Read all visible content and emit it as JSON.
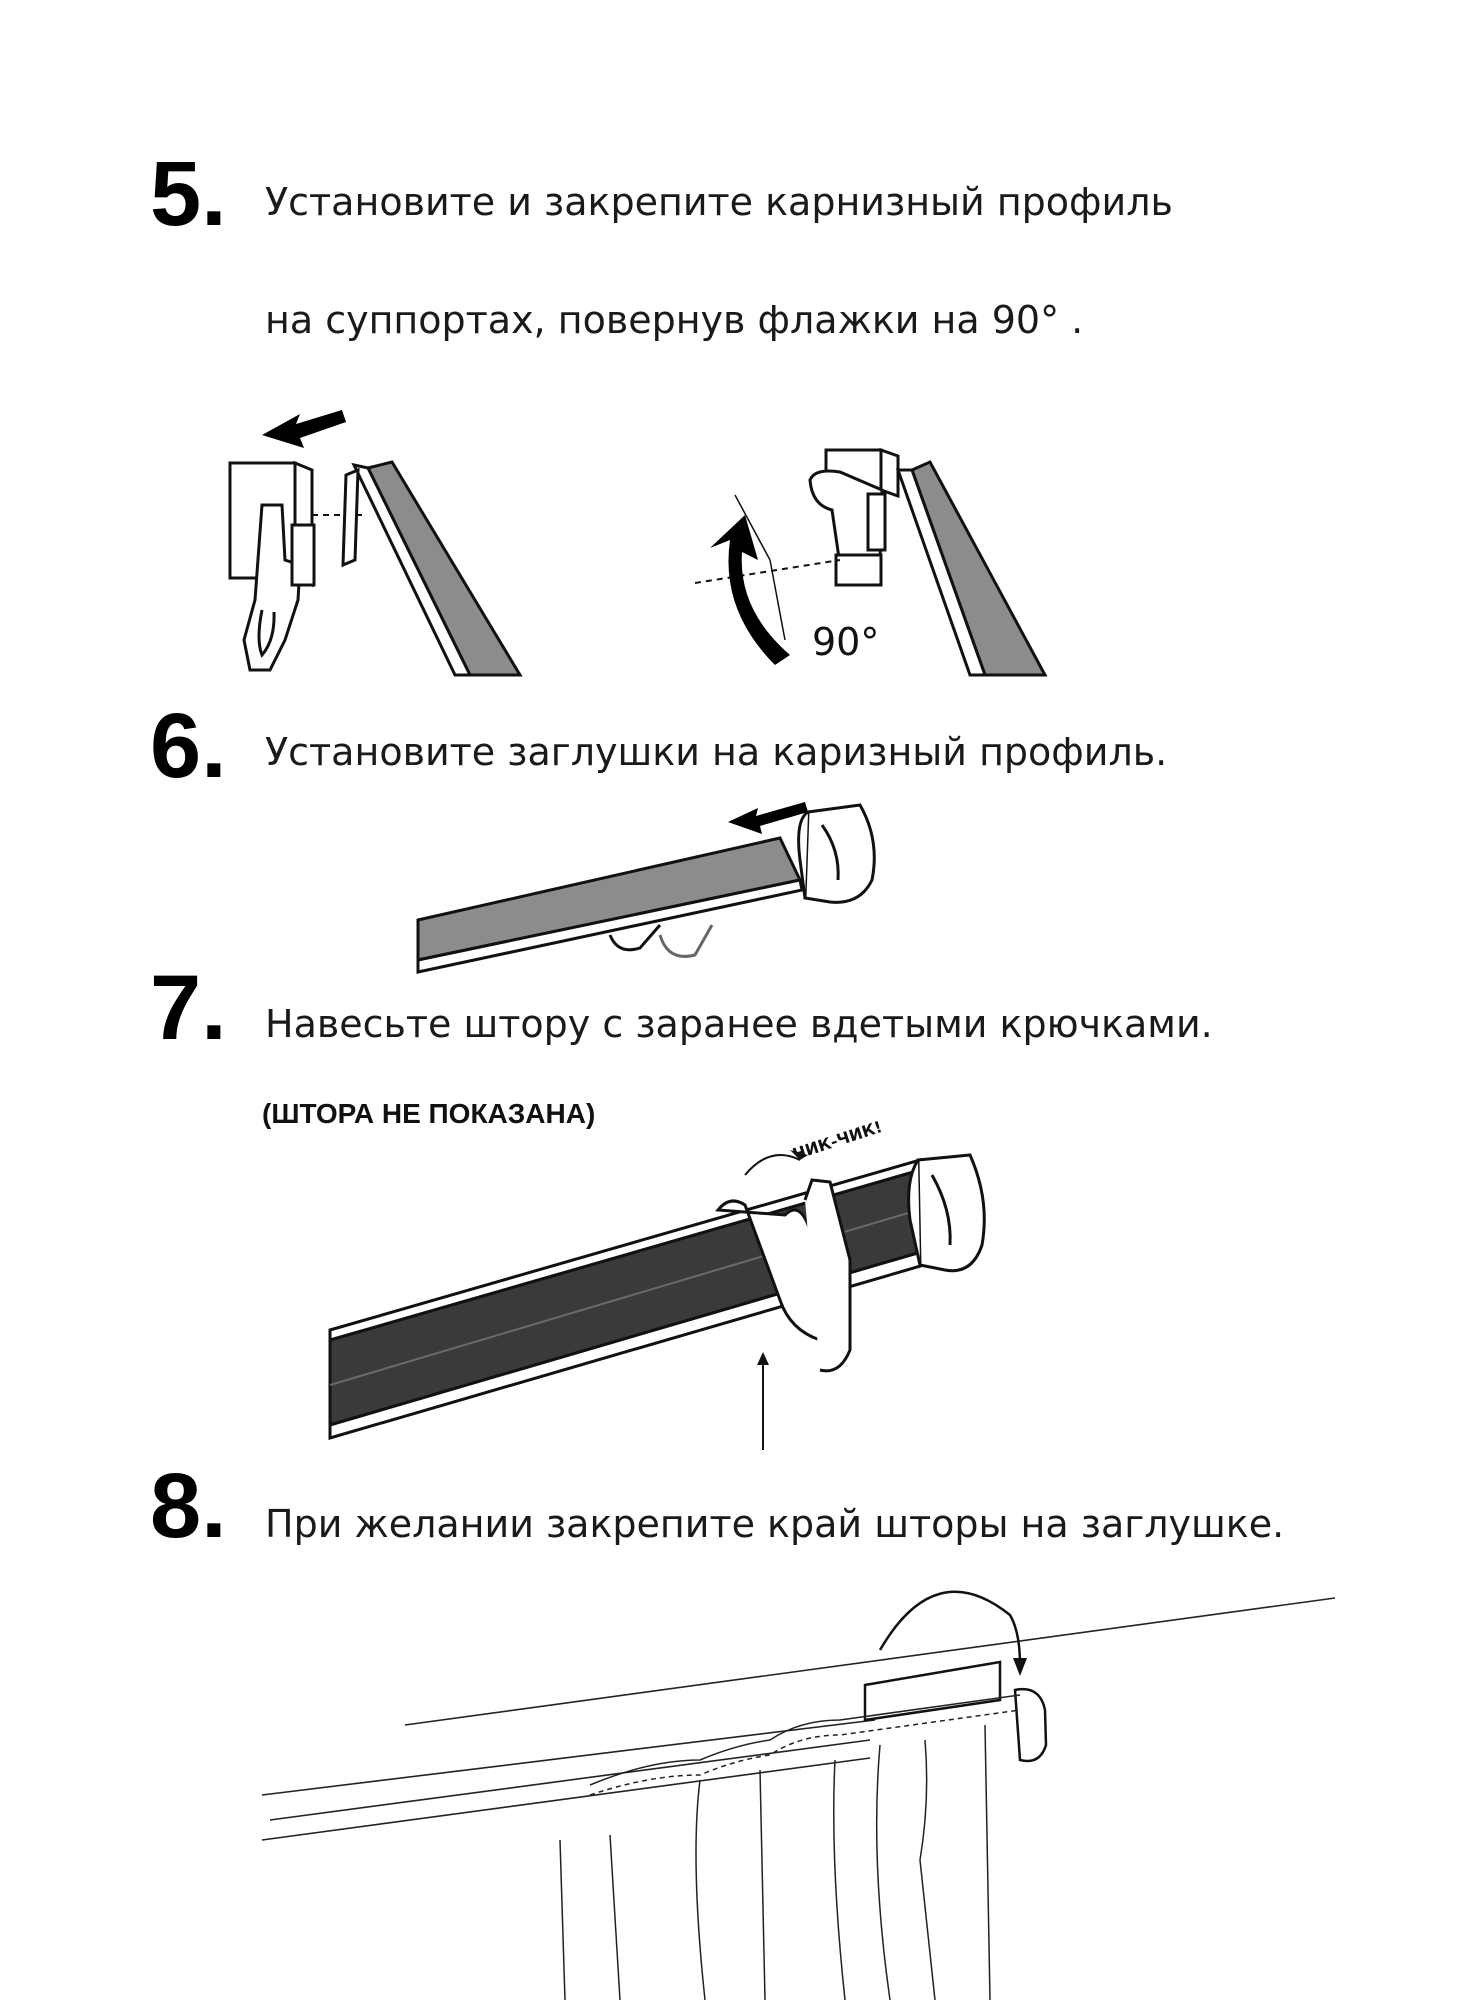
{
  "steps": [
    {
      "number": "5.",
      "lines": [
        "Установите и закрепите  карнизный профиль",
        "на суппортах, повернув флажки на 90° ."
      ]
    },
    {
      "number": "6.",
      "lines": [
        "Установите заглушки на каризный профиль."
      ]
    },
    {
      "number": "7.",
      "lines": [
        "Навесьте штору с заранее вдетыми крючками."
      ],
      "note": "(ШТОРА НЕ ПОКАЗАНА)"
    },
    {
      "number": "8.",
      "lines": [
        "При желании закрепите край шторы на заглушке."
      ]
    }
  ],
  "figures": {
    "step5_angle_label": "90°",
    "step7_sound_label": "ЧИК-ЧИК!"
  },
  "colors": {
    "ink": "#111111",
    "profile_fill": "#8c8c8c",
    "profile_dark": "#3a3a3a"
  }
}
